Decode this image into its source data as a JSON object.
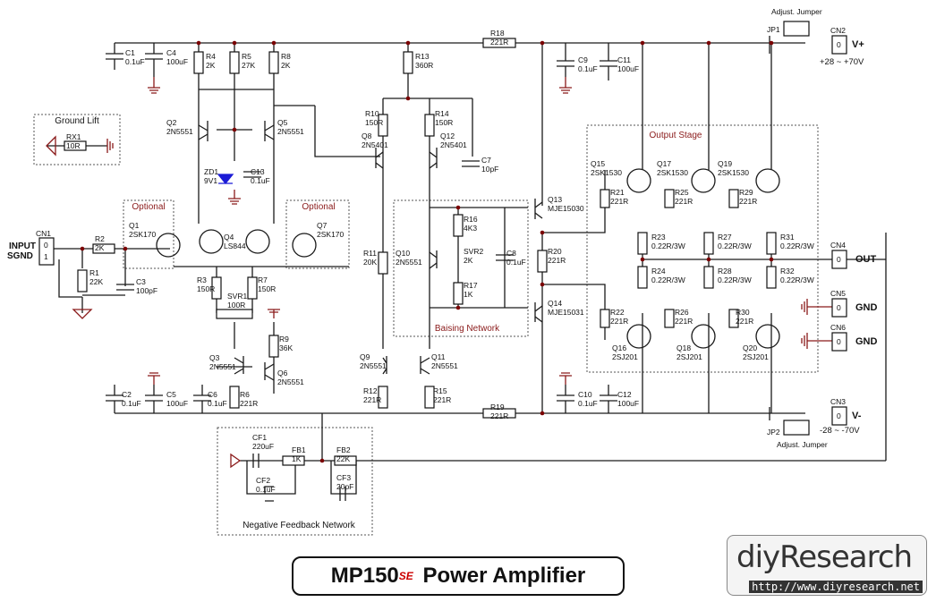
{
  "title": {
    "main": "MP150",
    "sup": "SE",
    "suffix": " Power Amplifier"
  },
  "logo": {
    "text": "diyResearch",
    "url": "http://www.diyresearch.net"
  },
  "sections": {
    "ground_lift": "Ground Lift",
    "optional_left": "Optional",
    "optional_right": "Optional",
    "biasing": "Baising Network",
    "output_stage": "Output Stage",
    "negative_feedback": "Negative Feedback Network"
  },
  "connectors": {
    "input_label": "INPUT",
    "input_gnd": "SGND",
    "cn1": "CN1",
    "cn1_pin0": "0",
    "cn1_pin1": "1",
    "cn2": "CN2",
    "vplus": "V+",
    "vplus_range": "+28 ~ +70V",
    "cn3": "CN3",
    "vminus": "V-",
    "vminus_range": "-28 ~ -70V",
    "cn4": "CN4",
    "out": "OUT",
    "cn5": "CN5",
    "gnd5": "GND",
    "cn6": "CN6",
    "gnd6": "GND",
    "pin0": "0",
    "jp1": "JP1",
    "jp2": "JP2",
    "jumper1": "Adjust. Jumper",
    "jumper2": "Adjust. Jumper"
  },
  "components": [
    {
      "id": "rx1",
      "ref": "RX1",
      "val": "10R"
    },
    {
      "id": "c1",
      "ref": "C1",
      "val": "0.1uF"
    },
    {
      "id": "c4",
      "ref": "C4",
      "val": "100uF"
    },
    {
      "id": "r4",
      "ref": "R4",
      "val": "2K"
    },
    {
      "id": "r5",
      "ref": "R5",
      "val": "27K"
    },
    {
      "id": "r8",
      "ref": "R8",
      "val": "2K"
    },
    {
      "id": "r13",
      "ref": "R13",
      "val": "360R"
    },
    {
      "id": "r18",
      "ref": "R18",
      "val": "221R"
    },
    {
      "id": "c9",
      "ref": "C9",
      "val": "0.1uF"
    },
    {
      "id": "c11",
      "ref": "C11",
      "val": "100uF"
    },
    {
      "id": "q2",
      "ref": "Q2",
      "val": "2N5551"
    },
    {
      "id": "q5",
      "ref": "Q5",
      "val": "2N5551"
    },
    {
      "id": "zd1",
      "ref": "ZD1",
      "val": "9V1"
    },
    {
      "id": "c13",
      "ref": "C13",
      "val": "0.1uF"
    },
    {
      "id": "r10",
      "ref": "R10",
      "val": "150R"
    },
    {
      "id": "r14",
      "ref": "R14",
      "val": "150R"
    },
    {
      "id": "q8",
      "ref": "Q8",
      "val": "2N5401"
    },
    {
      "id": "q12",
      "ref": "Q12",
      "val": "2N5401"
    },
    {
      "id": "c7",
      "ref": "C7",
      "val": "10pF"
    },
    {
      "id": "q1",
      "ref": "Q1",
      "val": "2SK170"
    },
    {
      "id": "q4",
      "ref": "Q4",
      "val": "LS844"
    },
    {
      "id": "q7",
      "ref": "Q7",
      "val": "2SK170"
    },
    {
      "id": "r2",
      "ref": "R2",
      "val": "2K"
    },
    {
      "id": "r1",
      "ref": "R1",
      "val": "22K"
    },
    {
      "id": "c3",
      "ref": "C3",
      "val": "100pF"
    },
    {
      "id": "r3",
      "ref": "R3",
      "val": "150R"
    },
    {
      "id": "r7",
      "ref": "R7",
      "val": "150R"
    },
    {
      "id": "svr1",
      "ref": "SVR1",
      "val": "100R"
    },
    {
      "id": "r9",
      "ref": "R9",
      "val": "36K"
    },
    {
      "id": "q3",
      "ref": "Q3",
      "val": "2N5551"
    },
    {
      "id": "q6",
      "ref": "Q6",
      "val": "2N5551"
    },
    {
      "id": "c2",
      "ref": "C2",
      "val": "0.1uF"
    },
    {
      "id": "c5",
      "ref": "C5",
      "val": "100uF"
    },
    {
      "id": "c6",
      "ref": "C6",
      "val": "0.1uF"
    },
    {
      "id": "r6",
      "ref": "R6",
      "val": "221R"
    },
    {
      "id": "r11",
      "ref": "R11",
      "val": "20K"
    },
    {
      "id": "r16",
      "ref": "R16",
      "val": "4K3"
    },
    {
      "id": "svr2",
      "ref": "SVR2",
      "val": "2K"
    },
    {
      "id": "c8",
      "ref": "C8",
      "val": "0.1uF"
    },
    {
      "id": "q10",
      "ref": "Q10",
      "val": "2N5551"
    },
    {
      "id": "r17",
      "ref": "R17",
      "val": "1K"
    },
    {
      "id": "q9",
      "ref": "Q9",
      "val": "2N5551"
    },
    {
      "id": "q11",
      "ref": "Q11",
      "val": "2N5551"
    },
    {
      "id": "r12",
      "ref": "R12",
      "val": "221R"
    },
    {
      "id": "r15",
      "ref": "R15",
      "val": "221R"
    },
    {
      "id": "r19",
      "ref": "R19",
      "val": "221R"
    },
    {
      "id": "c10",
      "ref": "C10",
      "val": "0.1uF"
    },
    {
      "id": "c12",
      "ref": "C12",
      "val": "100uF"
    },
    {
      "id": "q13",
      "ref": "Q13",
      "val": "MJE15030"
    },
    {
      "id": "q14",
      "ref": "Q14",
      "val": "MJE15031"
    },
    {
      "id": "r20",
      "ref": "R20",
      "val": "221R"
    },
    {
      "id": "q15",
      "ref": "Q15",
      "val": "2SK1530"
    },
    {
      "id": "q17",
      "ref": "Q17",
      "val": "2SK1530"
    },
    {
      "id": "q19",
      "ref": "Q19",
      "val": "2SK1530"
    },
    {
      "id": "r21",
      "ref": "R21",
      "val": "221R"
    },
    {
      "id": "r25",
      "ref": "R25",
      "val": "221R"
    },
    {
      "id": "r29",
      "ref": "R29",
      "val": "221R"
    },
    {
      "id": "r23",
      "ref": "R23",
      "val": "0.22R/3W"
    },
    {
      "id": "r27",
      "ref": "R27",
      "val": "0.22R/3W"
    },
    {
      "id": "r31",
      "ref": "R31",
      "val": "0.22R/3W"
    },
    {
      "id": "r24",
      "ref": "R24",
      "val": "0.22R/3W"
    },
    {
      "id": "r28",
      "ref": "R28",
      "val": "0.22R/3W"
    },
    {
      "id": "r32",
      "ref": "R32",
      "val": "0.22R/3W"
    },
    {
      "id": "r22",
      "ref": "R22",
      "val": "221R"
    },
    {
      "id": "r26",
      "ref": "R26",
      "val": "221R"
    },
    {
      "id": "r30",
      "ref": "R30",
      "val": "221R"
    },
    {
      "id": "q16",
      "ref": "Q16",
      "val": "2SJ201"
    },
    {
      "id": "q18",
      "ref": "Q18",
      "val": "2SJ201"
    },
    {
      "id": "q20",
      "ref": "Q20",
      "val": "2SJ201"
    },
    {
      "id": "cf1",
      "ref": "CF1",
      "val": "220uF"
    },
    {
      "id": "cf2",
      "ref": "CF2",
      "val": "0.1uF"
    },
    {
      "id": "fb1",
      "ref": "FB1",
      "val": "1K"
    },
    {
      "id": "fb2",
      "ref": "FB2",
      "val": "22K"
    },
    {
      "id": "cf3",
      "ref": "CF3",
      "val": "20pF"
    }
  ]
}
